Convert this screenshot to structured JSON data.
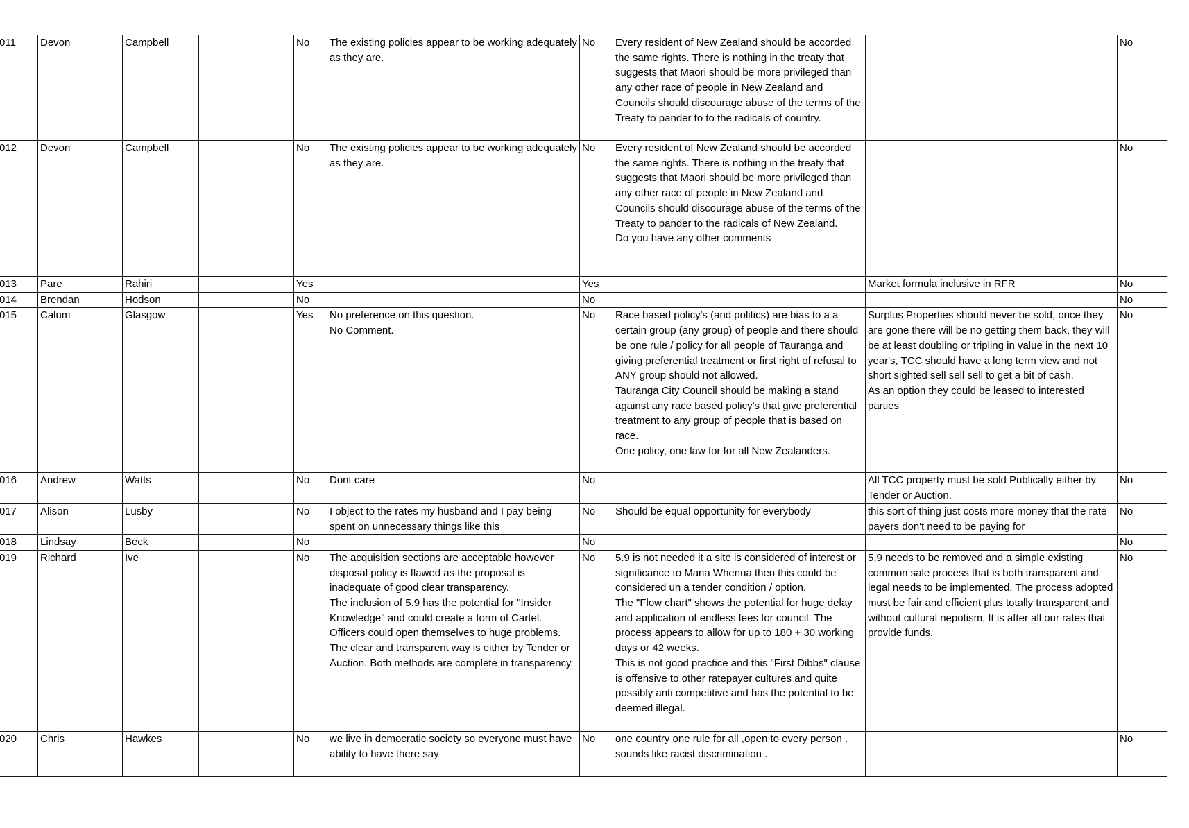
{
  "rows": [
    {
      "id": "011",
      "first_name": "Devon",
      "last_name": "Campbell",
      "blank": "",
      "answer_1": "No",
      "comment_1": "The existing policies appear to be working adequately as they are.",
      "answer_2": "No",
      "comment_2": "Every resident of New Zealand should be accorded the same rights. There is nothing in the treaty that suggests that Maori should be more privileged than any other race of people in New Zealand and Councils should discourage abuse of the terms of the Treaty to pander to to the radicals of country.",
      "comment_3": "",
      "answer_3": "No"
    },
    {
      "id": "012",
      "first_name": "Devon",
      "last_name": "Campbell",
      "blank": "",
      "answer_1": "No",
      "comment_1": " The existing policies appear to be working adequately as they are.",
      "answer_2": "No",
      "comment_2": " Every resident of New Zealand should be accorded the same rights. There is nothing in the treaty that suggests that Maori should be more privileged than any other race of people in New Zealand and Councils should discourage abuse of the terms of the Treaty to pander to the radicals of New Zealand.\nDo you have any other comments",
      "comment_3": "",
      "answer_3": "No"
    },
    {
      "id": "013",
      "first_name": "Pare",
      "last_name": "Rahiri",
      "blank": "",
      "answer_1": "Yes",
      "comment_1": "",
      "answer_2": "Yes",
      "comment_2": "",
      "comment_3": "Market formula inclusive in RFR",
      "answer_3": "No"
    },
    {
      "id": "014",
      "first_name": "Brendan",
      "last_name": "Hodson",
      "blank": "",
      "answer_1": "No",
      "comment_1": "",
      "answer_2": "No",
      "comment_2": "",
      "comment_3": "",
      "answer_3": "No"
    },
    {
      "id": "015",
      "first_name": "Calum",
      "last_name": "Glasgow",
      "blank": "",
      "answer_1": "Yes",
      "comment_1": "No preference on this question.\nNo Comment.",
      "answer_2": "No",
      "comment_2": "Race based policy's (and politics) are bias to a a certain group (any group) of people and there should be one rule / policy for all people of Tauranga and giving preferential treatment or first right of refusal to ANY group should not allowed.\nTauranga City Council should be making a stand against any race based policy's that give preferential treatment to any group of people that is based on race.\nOne policy, one law for for all New Zealanders.",
      "comment_3": "Surplus Properties should never be sold, once they are gone there will be no getting them back, they will be at least doubling or tripling in value in the next 10 year's, TCC should have a long term view and not short sighted sell sell sell to get a bit of cash.\nAs an option they could be leased to interested parties",
      "answer_3": "No"
    },
    {
      "id": "016",
      "first_name": "Andrew",
      "last_name": "Watts",
      "blank": "",
      "answer_1": "No",
      "comment_1": "Dont care",
      "answer_2": "No",
      "comment_2": "",
      "comment_3": "All TCC property must be sold Publically either by Tender or Auction.",
      "answer_3": "No"
    },
    {
      "id": "017",
      "first_name": "Alison",
      "last_name": "Lusby",
      "blank": "",
      "answer_1": "No",
      "comment_1": "I object to the rates my husband and I pay being spent on unnecessary things like this",
      "answer_2": "No",
      "comment_2": "Should be equal opportunity for everybody",
      "comment_3": "this sort of thing just costs more money that the rate payers don't need to be paying for",
      "answer_3": "No"
    },
    {
      "id": "018",
      "first_name": "Lindsay",
      "last_name": "Beck",
      "blank": "",
      "answer_1": "No",
      "comment_1": "",
      "answer_2": "No",
      "comment_2": "",
      "comment_3": "",
      "answer_3": "No"
    },
    {
      "id": "019",
      "first_name": "Richard",
      "last_name": "Ive",
      "blank": "",
      "answer_1": "No",
      "comment_1": "The acquisition sections are acceptable however disposal policy is flawed as the proposal is inadequate of good clear transparency.\nThe inclusion of 5.9 has the potential for \"Insider Knowledge\" and could create a form of Cartel. Officers could open themselves to huge problems. The clear and transparent way is either by Tender or Auction. Both methods are complete in transparency.",
      "answer_2": "No",
      "comment_2": "5.9 is not needed it a site is considered of interest or significance to Mana Whenua then this could be considered un a tender condition / option.\nThe \"Flow chart\" shows the potential for huge delay and application of endless fees for council. The process appears to allow for up to 180 + 30 working days or 42 weeks.\nThis is not good practice and this \"First Dibbs\" clause is offensive to other ratepayer cultures and quite possibly anti competitive and has the potential to be deemed illegal.",
      "comment_3": "5.9 needs to be removed and a simple existing common sale process that is both transparent and legal needs to be implemented. The process adopted must be fair and efficient plus totally transparent and without cultural nepotism. It is after all our rates that provide funds.",
      "answer_3": "No"
    },
    {
      "id": "020",
      "first_name": "Chris",
      "last_name": "Hawkes",
      "blank": "",
      "answer_1": "No",
      "comment_1": "we live in democratic society so everyone must have ability to have there say",
      "answer_2": "No",
      "comment_2": "one country one rule for all ,open to every person .\nsounds like racist discrimination .",
      "comment_3": "",
      "answer_3": "No"
    }
  ]
}
